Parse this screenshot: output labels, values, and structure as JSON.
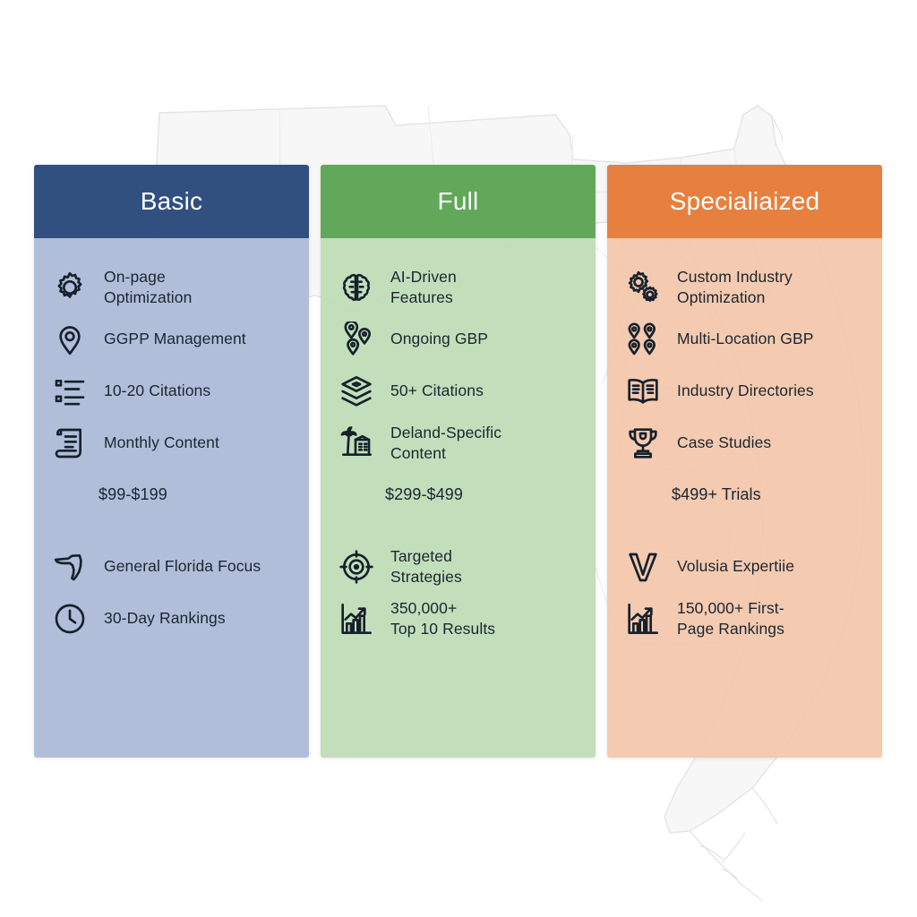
{
  "background": {
    "map_name": "florida-state-outline",
    "map_stroke": "#e3e3e3",
    "map_fill": "#f7f7f7",
    "page_background": "#ffffff"
  },
  "columns": [
    {
      "id": "basic",
      "title": "Basic",
      "header_color": "#31507f",
      "body_color": "#adbbd8",
      "features": [
        {
          "icon": "gear-icon",
          "label": "On-page\nOptimization",
          "type": "feature"
        },
        {
          "icon": "map-pin-icon",
          "label": "GGPP Management",
          "type": "feature"
        },
        {
          "icon": "bulleted-list-icon",
          "label": "10-20 Citations",
          "type": "feature"
        },
        {
          "icon": "scroll-document-icon",
          "label": "Monthly Content",
          "type": "feature"
        },
        {
          "icon": "",
          "label": "$99-$199",
          "type": "price"
        },
        {
          "icon": "florida-outline-icon",
          "label": "General Florida Focus",
          "type": "feature"
        },
        {
          "icon": "clock-icon",
          "label": "30-Day Rankings",
          "type": "feature"
        }
      ]
    },
    {
      "id": "full",
      "title": "Full",
      "header_color": "#62a85a",
      "body_color": "#bedcb6",
      "features": [
        {
          "icon": "brain-icon",
          "label": "AI-Driven\nFeatures",
          "type": "feature"
        },
        {
          "icon": "multi-map-pin-icon",
          "label": "Ongoing GBP",
          "type": "feature"
        },
        {
          "icon": "layers-stack-icon",
          "label": "50+ Citations",
          "type": "feature"
        },
        {
          "icon": "palm-tree-building-icon",
          "label": "Deland-Specific\nContent",
          "type": "feature"
        },
        {
          "icon": "",
          "label": "$299-$499",
          "type": "price"
        },
        {
          "icon": "target-crosshair-icon",
          "label": "Targeted\nStrategies",
          "type": "feature"
        },
        {
          "icon": "growth-bar-chart-icon",
          "label": "350,000+\nTop 10 Results",
          "type": "feature"
        }
      ]
    },
    {
      "id": "specialized",
      "title": "Specialiaized",
      "header_color": "#e7803e",
      "body_color": "#f3c4a9",
      "features": [
        {
          "icon": "double-gear-icon",
          "label": "Custom Industry\nOptimization",
          "type": "feature"
        },
        {
          "icon": "quad-map-pin-icon",
          "label": "Multi-Location GBP",
          "type": "feature"
        },
        {
          "icon": "open-book-icon",
          "label": "Industry Directories",
          "type": "feature"
        },
        {
          "icon": "trophy-icon",
          "label": "Case Studies",
          "type": "feature"
        },
        {
          "icon": "",
          "label": "$499+ Trials",
          "type": "price"
        },
        {
          "icon": "v-letter-icon",
          "label": "Volusia Expertiie",
          "type": "feature"
        },
        {
          "icon": "growth-bar-chart-icon",
          "label": "150,000+ First-\nPage Rankings",
          "type": "feature"
        }
      ]
    }
  ]
}
